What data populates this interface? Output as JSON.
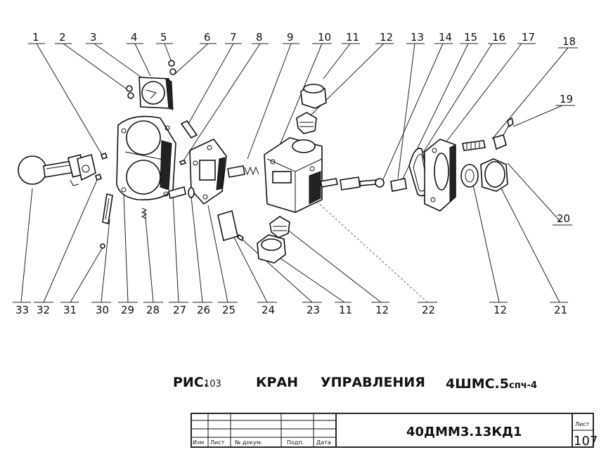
{
  "labels": {
    "top": [
      "1",
      "2",
      "3",
      "4",
      "5",
      "6",
      "7",
      "8",
      "9",
      "10",
      "11",
      "12",
      "13",
      "14",
      "15",
      "16",
      "17",
      "18",
      "19"
    ],
    "bottom": [
      "33",
      "32",
      "31",
      "30",
      "29",
      "28",
      "27",
      "26",
      "25",
      "24",
      "23",
      "11",
      "12",
      "22",
      "12",
      "21"
    ],
    "side": [
      "20"
    ]
  },
  "caption": {
    "fig": "РИС.",
    "fig_no": "103",
    "title_word1": "КРАН",
    "title_word2": "УПРАВЛЕНИЯ",
    "model": "4ШМС.5",
    "model_suffix": "спч-4"
  },
  "title_block": {
    "columns": [
      "Изм",
      "Лист",
      "№ докум.",
      "Подп.",
      "Дата"
    ],
    "code": "40ДММ3.13КД1",
    "sheet_label": "Лист",
    "sheet_no": "107"
  }
}
